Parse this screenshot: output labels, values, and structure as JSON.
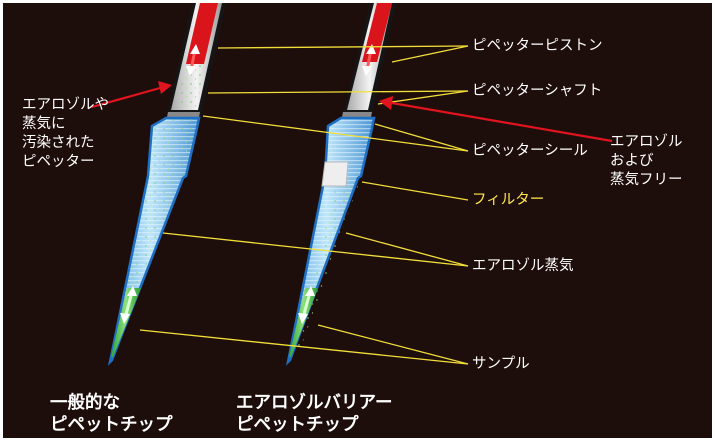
{
  "labels": {
    "piston": "ピペッターピストン",
    "shaft": "ピペッターシャフト",
    "seal": "ピペッターシール",
    "filter": "フィルター",
    "aerosol_vapor": "エアロゾル蒸気",
    "sample": "サンプル",
    "contaminated": [
      "エアロゾルや",
      "蒸気に",
      "汚染された",
      "ピペッター"
    ],
    "free": [
      "エアロゾル",
      "および",
      "蒸気フリー"
    ]
  },
  "captions": {
    "standard": [
      "一般的な",
      "ピペットチップ"
    ],
    "barrier": [
      "エアロゾルバリアー",
      "ピペットチップ"
    ]
  },
  "colors": {
    "background": "#1e0e0b",
    "outer_frame": "#ffffff",
    "leader_lines": "#f2de3a",
    "label_text": "#ffffff",
    "filter_label": "#ffe84a",
    "pointer_arrow": "#e0141e",
    "tip_body": "#7ec8f0",
    "tip_outline": "#1f6fc4",
    "sample_liquid": "#3ebf3e",
    "piston_red": "#d9141b",
    "filter_plug": "#eeeeee"
  },
  "icons": [
    "red-arrow-icon",
    "green-arrow-icon",
    "white-arrow-icon"
  ]
}
